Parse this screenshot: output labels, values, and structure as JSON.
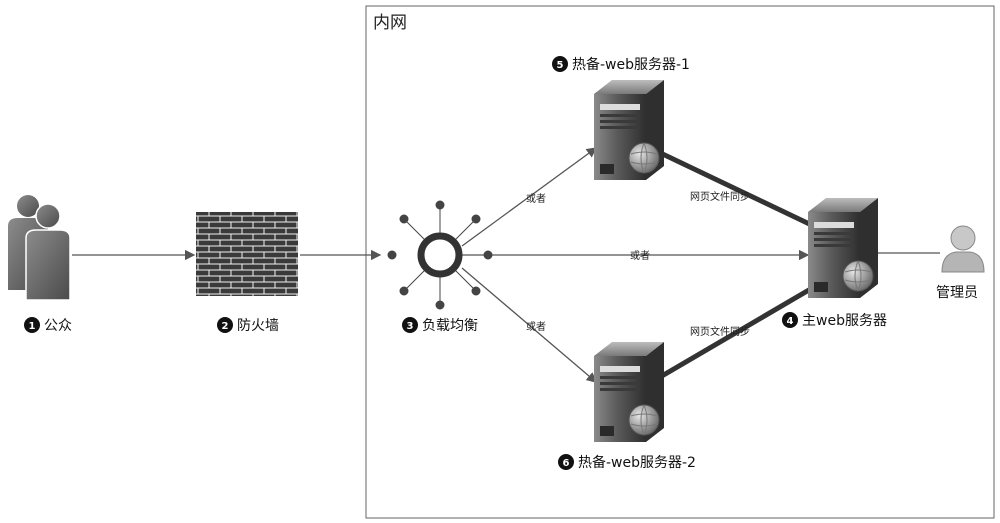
{
  "zone": {
    "title": "内网"
  },
  "nodes": {
    "public": {
      "badge": "1",
      "label": "公众"
    },
    "firewall": {
      "badge": "2",
      "label": "防火墙"
    },
    "load_balancer": {
      "badge": "3",
      "label": "负载均衡"
    },
    "main_server": {
      "badge": "4",
      "label": "主web服务器"
    },
    "backup_server_1": {
      "badge": "5",
      "label": "热备-web服务器-1"
    },
    "backup_server_2": {
      "badge": "6",
      "label": "热备-web服务器-2"
    },
    "admin": {
      "label": "管理员"
    }
  },
  "edges": {
    "lb_to_backup1": "或者",
    "lb_to_main": "或者",
    "lb_to_backup2": "或者",
    "sync_backup1": "网页文件同步",
    "sync_backup2": "网页文件同步"
  },
  "colors": {
    "line": "#555555",
    "sync_line": "#333333",
    "brick": "#3a3a3a",
    "server": "#4a4a4a",
    "badge": "#111111"
  }
}
